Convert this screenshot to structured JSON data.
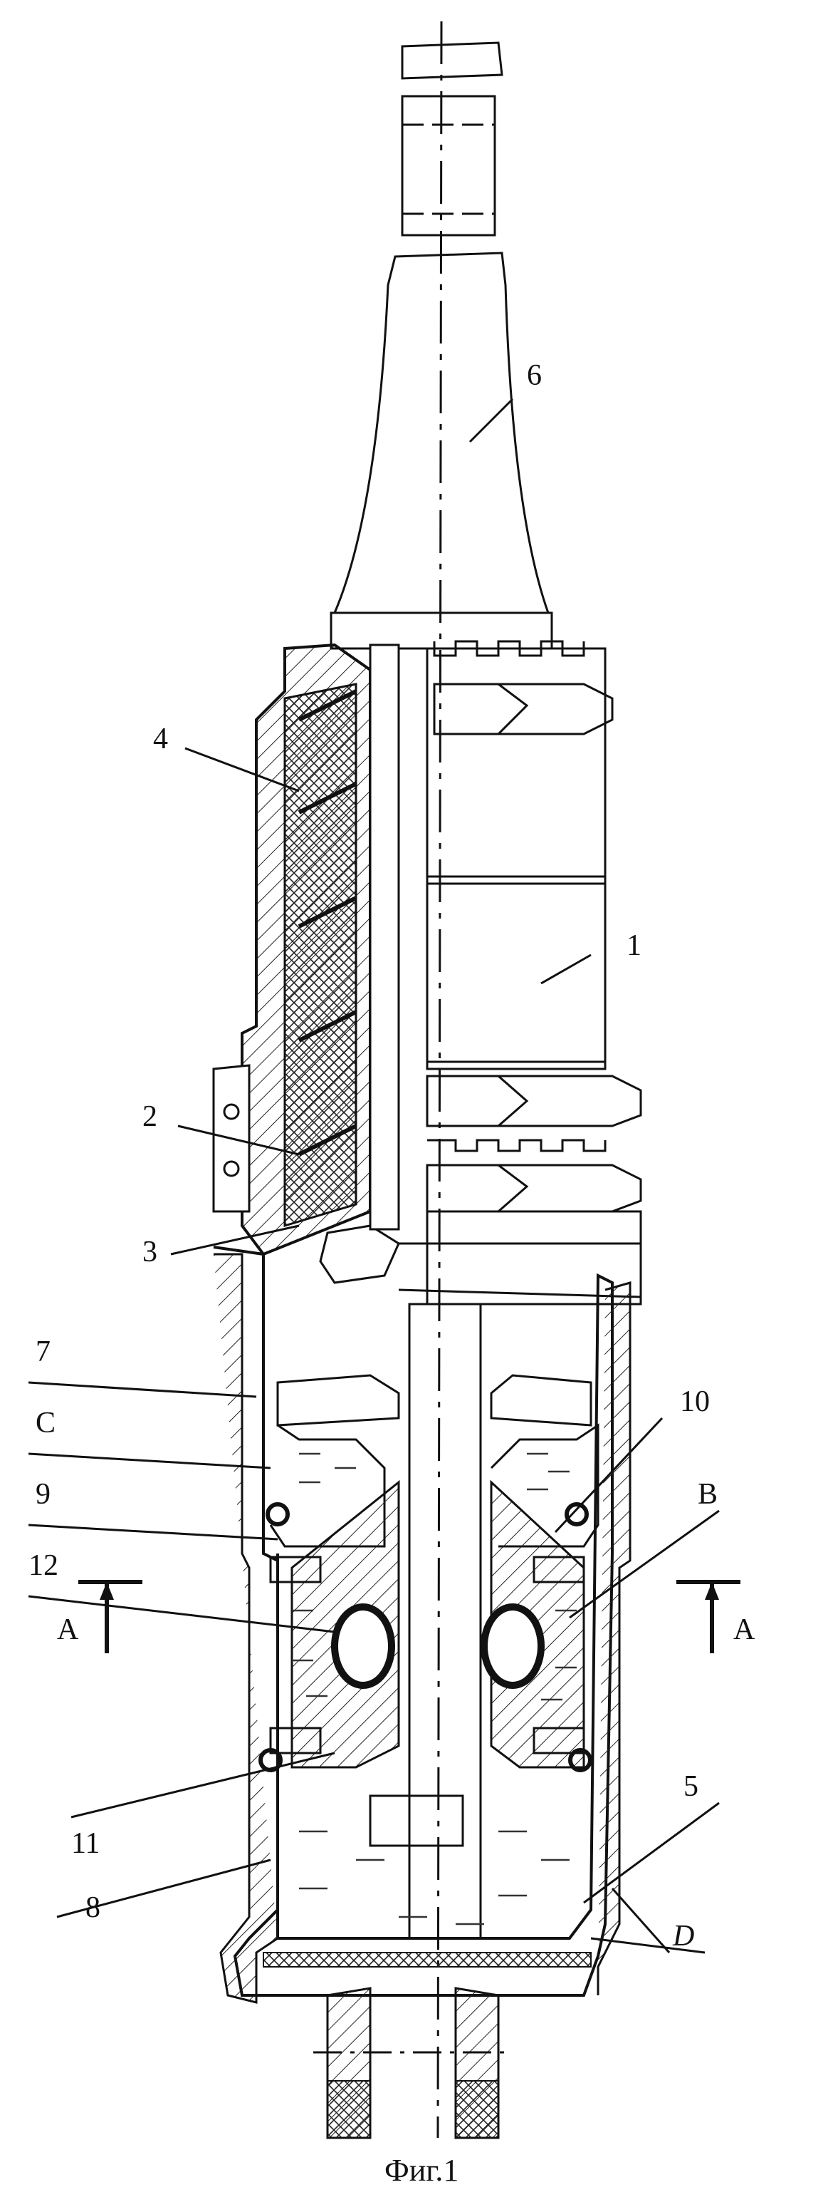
{
  "figure": {
    "caption": "Фиг.1",
    "labels": {
      "n1": "1",
      "n2": "2",
      "n3": "3",
      "n4": "4",
      "n5": "5",
      "n6": "6",
      "n7": "7",
      "n8": "8",
      "n9": "9",
      "n10": "10",
      "n11": "11",
      "n12": "12",
      "C": "C",
      "B": "B",
      "D": "D",
      "A_left": "A",
      "A_right": "A"
    }
  }
}
